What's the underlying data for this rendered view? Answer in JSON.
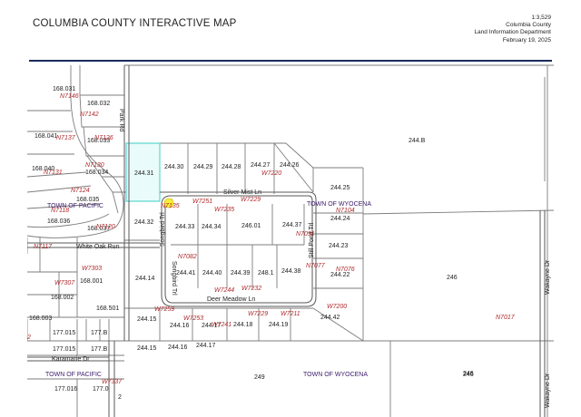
{
  "header": {
    "title": "COLUMBIA COUNTY INTERACTIVE MAP",
    "scale": "1:3,529",
    "county": "Columbia County",
    "department": "Land Information Department",
    "date": "February 19, 2025"
  },
  "map": {
    "colors": {
      "lines": "#7d7d7d",
      "roads": "#5a5a5a",
      "address": "#b0282a",
      "township": "#3a1a6a",
      "parcel": "#222222",
      "highlight": "#5fd6d0",
      "marker": "#f6ee3a",
      "house": "#b28760"
    },
    "roads": [
      "Silver Mist Ln",
      "White Oak Run",
      "Deer Meadow Ln",
      "Songbird Trl",
      "Songbird Trl",
      "Still Pond Trl",
      "Wakayne Dr",
      "Wakayne Dr",
      "Karamarie Dr",
      "Park Rd"
    ],
    "townships": [
      "TOWN OF PACIFIC",
      "TOWN OF WYOCENA",
      "TOWN OF PACIFIC",
      "TOWN OF WYOCENA"
    ],
    "parcels": [
      "168.031",
      "168.032",
      "168.041",
      "168.033",
      "168.040",
      "168.034",
      "168.035",
      "168.036",
      "168.037",
      "168.001",
      "168.002",
      "168.003",
      "168.501",
      "177.015",
      "177.B",
      "177.015",
      "177.B",
      "177.016",
      "177.0",
      "244.B",
      "244.31",
      "244.30",
      "244.29",
      "244.28",
      "244.27",
      "244.26",
      "244.25",
      "244.24",
      "244.23",
      "244.22",
      "244.32",
      "244.33",
      "244.34",
      "246.01",
      "244.37",
      "244.14",
      "244.41",
      "244.40",
      "244.39",
      "248.1",
      "244.38",
      "244.15",
      "244.16",
      "244.17",
      "244.18",
      "244.19",
      "244.42",
      "244.15",
      "244.16",
      "244.17",
      "246",
      "246",
      "249",
      "246",
      "2"
    ],
    "addresses": [
      "N7146",
      "N7142",
      "N7137",
      "N7126",
      "N7131",
      "N7130",
      "N7124",
      "N7118",
      "N7117",
      "N7120",
      "W7303",
      "W7307",
      "W7220",
      "W7251",
      "W7229",
      "N7135",
      "W7235",
      "N7104",
      "N7091",
      "N7082",
      "N7077",
      "N7076",
      "W7244",
      "W7232",
      "W7200",
      "W7259",
      "W7253",
      "W7241",
      "W7229",
      "W7211",
      "N7017",
      "W7337",
      "2"
    ],
    "houses": [
      "house-1",
      "house-2",
      "house-3",
      "house-4",
      "house-5",
      "house-6",
      "house-7",
      "house-8",
      "house-9",
      "house-10",
      "house-11",
      "house-12",
      "house-13",
      "house-14",
      "house-15",
      "house-16",
      "house-17",
      "house-18",
      "house-19",
      "house-20",
      "house-21",
      "house-22",
      "house-23",
      "house-24",
      "house-25",
      "house-26",
      "house-27",
      "house-28",
      "house-29",
      "house-30",
      "house-31",
      "house-32"
    ]
  }
}
